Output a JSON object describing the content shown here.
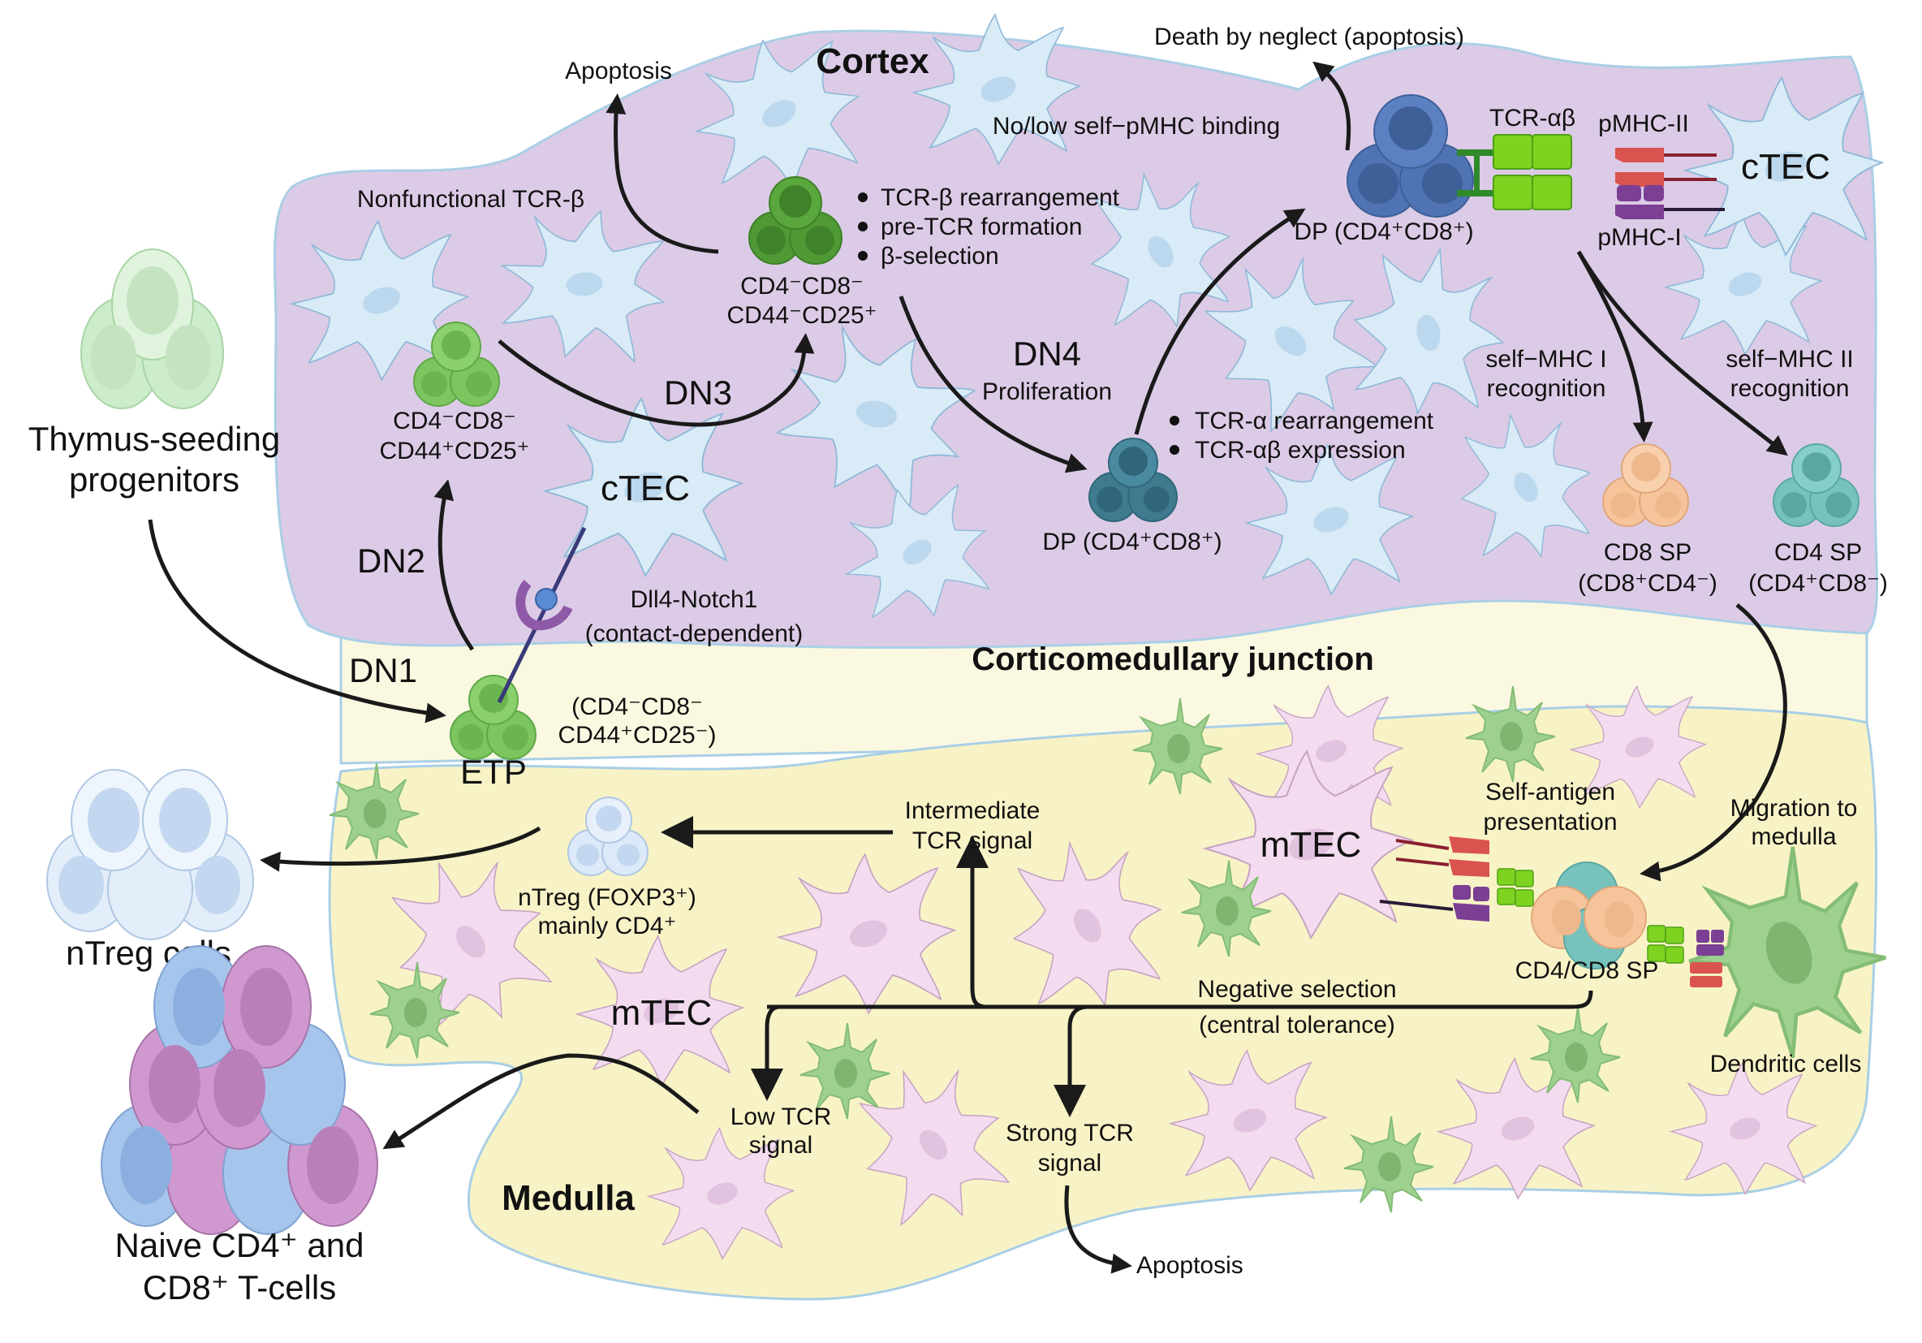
{
  "regions": {
    "cortex": "Cortex",
    "junction": "Corticomedullary junction",
    "medulla": "Medulla"
  },
  "progenitors": {
    "label_line1": "Thymus-seeding",
    "label_line2": "progenitors"
  },
  "stages": {
    "dn1": "DN1",
    "dn2": "DN2",
    "dn3": "DN3",
    "dn4": "DN4",
    "dn4_sub": "Proliferation",
    "etp": "ETP",
    "etp_markers_line1": "(CD4⁻CD8⁻",
    "etp_markers_line2": "CD44⁺CD25⁻)",
    "dn2_markers_line1": "CD4⁻CD8⁻",
    "dn2_markers_line2": "CD44⁺CD25⁺",
    "dn3_markers_line1": "CD4⁻CD8⁻",
    "dn3_markers_line2": "CD44⁻CD25⁺",
    "dn3_bullets": [
      "TCR-β rearrangement",
      "pre-TCR formation",
      "β-selection"
    ],
    "dp_lower_label": "DP (CD4⁺CD8⁺)",
    "dp_bullets": [
      "TCR-α rearrangement",
      "TCR-αβ expression"
    ],
    "dp_upper_label": "DP (CD4⁺CD8⁺)",
    "cd8sp_line1": "CD8 SP",
    "cd8sp_line2": "(CD8⁺CD4⁻)",
    "cd4sp_line1": "CD4 SP",
    "cd4sp_line2": "(CD4⁺CD8⁻)"
  },
  "cortex_labels": {
    "apoptosis_top": "Apoptosis",
    "nonfunctional": "Nonfunctional TCR-β",
    "death_by_neglect": "Death by neglect (apoptosis)",
    "no_low_binding": "No/low self−pMHC binding",
    "tcr_ab": "TCR-αβ",
    "pmhc_ii": "pMHC-II",
    "pmhc_i": "pMHC-I",
    "ctec_right": "cTEC",
    "ctec_left": "cTEC",
    "dll4_line1": "Dll4-Notch1",
    "dll4_line2": "(contact-dependent)",
    "self_mhc_i_line1": "self−MHC I",
    "self_mhc_i_line2": "recognition",
    "self_mhc_ii_line1": "self−MHC II",
    "self_mhc_ii_line2": "recognition"
  },
  "medulla_labels": {
    "mtec_left": "mTEC",
    "mtec_right": "mTEC",
    "self_antigen_line1": "Self-antigen",
    "self_antigen_line2": "presentation",
    "migration_line1": "Migration to",
    "migration_line2": "medulla",
    "sp_label": "CD4/CD8 SP",
    "dendritic": "Dendritic cells",
    "intermediate_line1": "Intermediate",
    "intermediate_line2": "TCR signal",
    "negative_line1": "Negative selection",
    "negative_line2": "(central tolerance)",
    "low_line1": "Low TCR",
    "low_line2": "signal",
    "strong_line1": "Strong TCR",
    "strong_line2": "signal",
    "apoptosis_bottom": "Apoptosis",
    "ntreg_line1": "nTreg (FOXP3⁺)",
    "ntreg_line2": "mainly CD4⁺"
  },
  "outputs": {
    "ntreg_cells": "nTreg cells",
    "naive_line1": "Naive CD4⁺ and",
    "naive_line2": "CD8⁺ T-cells"
  },
  "colors": {
    "cortex_bg": "#dccbe6",
    "junction_bg": "#fbf8e1",
    "medulla_bg": "#f8f3c6",
    "region_border": "#a9cfe6",
    "progenitor": "#cdeccb",
    "etp": "#7cc55f",
    "dn3": "#4f9a34",
    "dp_lower": "#3f7a8f",
    "dp_upper": "#4f73b3",
    "cd8sp": "#f6c49b",
    "cd4sp": "#77c2bd",
    "ntreg": "#dce9f8",
    "naive_blue": "#a6c5ec",
    "naive_purple": "#cf98cf",
    "tcr": "#7ed321",
    "mhc_ii": "#d9534f",
    "mhc_i": "#7b3f94"
  }
}
